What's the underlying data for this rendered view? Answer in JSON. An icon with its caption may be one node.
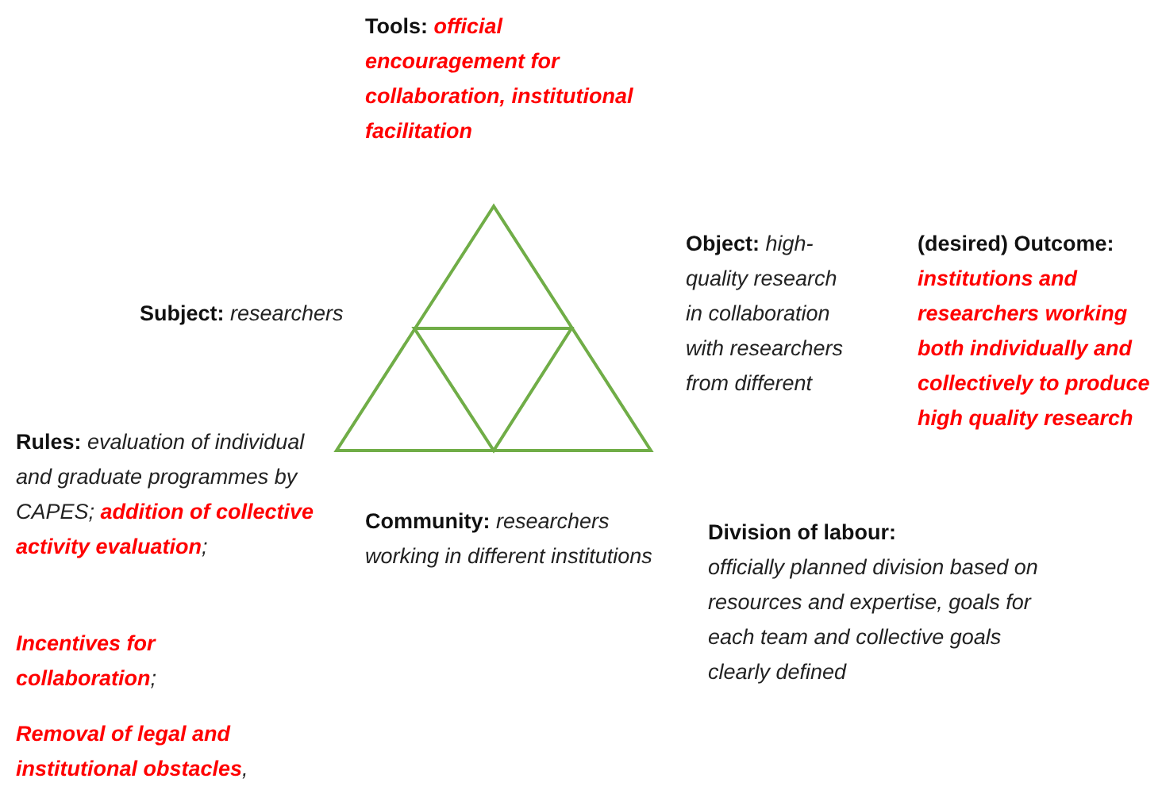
{
  "diagram": {
    "labels": [
      "**Tools:** *official encouragement for collaboration, institutional facilitation*",
      "**(desired) Outcome:** *institutions and researchers working both individually and collectively to produce high quality research*",
      "**Object:** high-quality research in collaboration with researchers from different",
      "**Subject:** researchers",
      "**Rules:** evaluation of individual and graduate programmes by CAPES; *addition of collective activity evaluation*;",
      "**Community:** researchers working in different institutions",
      "**Division of labour:** officially planned division based on resources and expertise, goals for each team and collective goals clearly defined",
      "*Incentives for collaboration*;",
      "*Removal of legal and institutional obstacles*,"
    ]
  }
}
